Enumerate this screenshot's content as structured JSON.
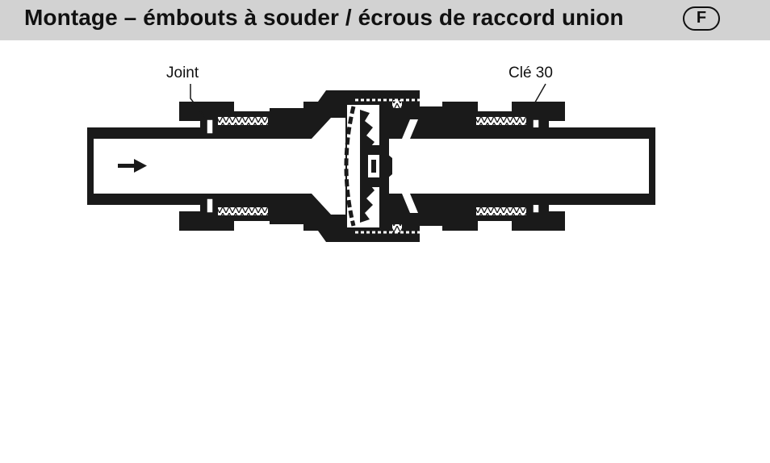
{
  "header": {
    "title": "Montage – émbouts à souder / écrous de raccord union",
    "language_badge": "F",
    "background_color": "#d2d2d2"
  },
  "diagram": {
    "labels": {
      "seal": "Joint",
      "wrench": "Clé 30"
    },
    "flow_direction": "left-to-right",
    "part_color": "#1a1a1a"
  }
}
